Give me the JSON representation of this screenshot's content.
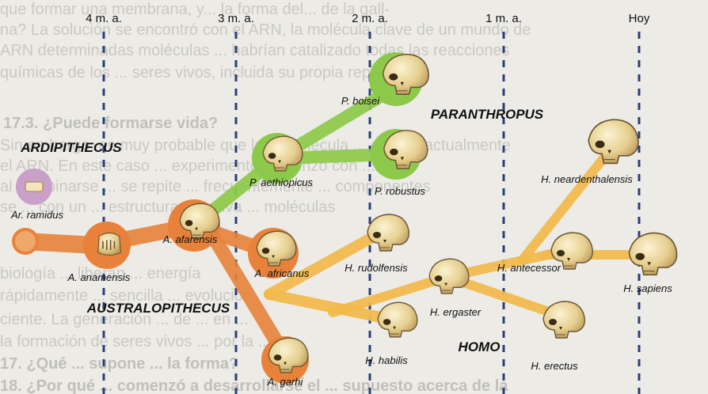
{
  "time_labels": [
    "4 m. a.",
    "3 m. a.",
    "2 m. a.",
    "1 m. a.",
    "Hoy"
  ],
  "genera": {
    "ardipithecus": "ARDIPITHECUS",
    "australopithecus": "AUSTRALOPITHECUS",
    "paranthropus": "PARANTHROPUS",
    "homo": "HOMO"
  },
  "species": {
    "ramidus": "Ar. ramidus",
    "anamensis": "A. anamensis",
    "afarensis": "A. afarensis",
    "africanus": "A. africanus",
    "garhi": "A. garhi",
    "aethiopicus": "P. aethiopicus",
    "boisei": "P. boisei",
    "robustus": "P. robustus",
    "rudolfensis": "H. rudolfensis",
    "habilis": "H. habilis",
    "ergaster": "H. ergaster",
    "erectus": "H. erectus",
    "antecessor": "H. antecessor",
    "neanderthalensis": "H. neardenthalensis",
    "sapiens": "H. sapiens"
  },
  "background_text": [
    "que formar una membrana, y... la forma del... de la gall-",
    "na? La solución se encontró con el ARN, la molécula clave de un mundo de",
    "ARN determinadas moléculas ... habrían catalizado todas las reacciones",
    "químicas de los ... seres vivos, incluida su propia replicación.",
    "17.3. ¿Puede formarse vida?",
    "Sin embargo, es muy probable que la ... molécula ... el ARN actualmente",
    "el ARN. En este caso ... experimento comenzó con ... Miller",
    "al combinarse ... se repite ... frecuentemente ... componentes",
    "se ... con un ... estructura primitiva ... moléculas",
    "biología ... liberan ... energía",
    "rápidamente ... sencilla ... evolución",
    "ciente. La generación ... de ... en ...",
    "la formación de seres vivos ... por la ...",
    "17. ¿Qué ... supone ... la forma?",
    "18. ¿Por qué ... comenzó a desarrollarse el ... supuesto acerca de la"
  ],
  "colors": {
    "background": "#ecebe6",
    "ardipithecus": "#c9a0c9",
    "australopithecus": "#e8823a",
    "paranthropus": "#8cc94a",
    "homo": "#f2b94a",
    "time_line": "#2a3f7a"
  }
}
